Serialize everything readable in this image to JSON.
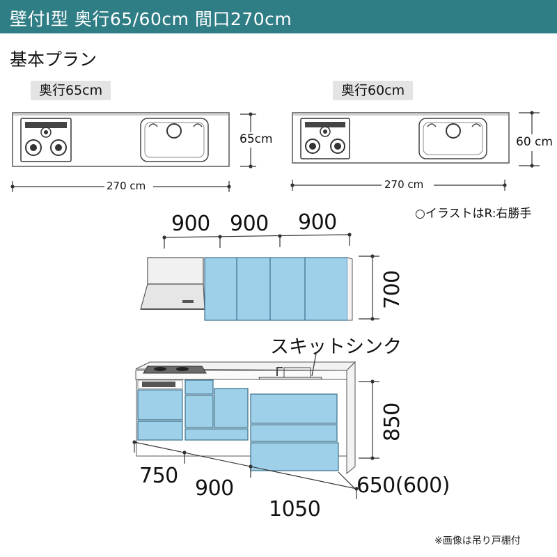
{
  "header": {
    "title": "壁付I型 奥行65/60cm 間口270cm",
    "color": "#2f7d85"
  },
  "section": {
    "title": "基本プラン"
  },
  "plans": [
    {
      "tag": "奥行65cm",
      "width_label": "270 cm",
      "depth_label": "65cm"
    },
    {
      "tag": "奥行60cm",
      "width_label": "270 cm",
      "depth_label": "60 cm"
    }
  ],
  "note": "○イラストはR:右勝手",
  "wall_cabinet": {
    "widths": [
      "900",
      "900",
      "900"
    ],
    "height": "700"
  },
  "base_cabinet": {
    "sink_label": "スキットシンク",
    "height": "850",
    "depth": "650(600)",
    "widths": [
      "750",
      "900",
      "1050"
    ]
  },
  "door_color": "#9ed0ea",
  "footnote": "※画像は吊り戸棚付"
}
